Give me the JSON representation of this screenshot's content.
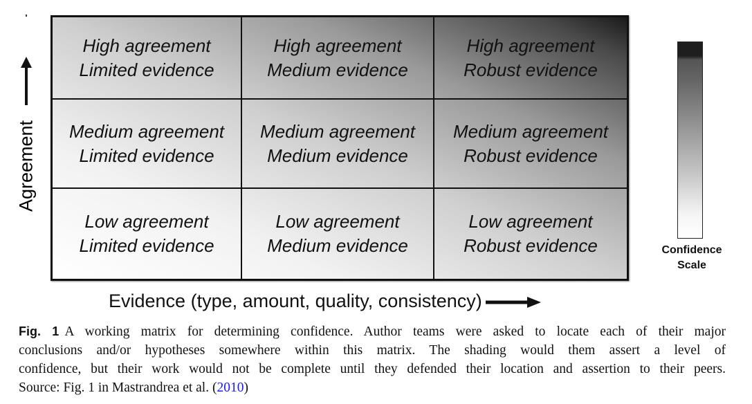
{
  "matrix": {
    "cells": [
      [
        "High agreement",
        "Limited evidence"
      ],
      [
        "High agreement",
        "Medium evidence"
      ],
      [
        "High agreement",
        "Robust evidence"
      ],
      [
        "Medium agreement",
        "Limited evidence"
      ],
      [
        "Medium agreement",
        "Medium evidence"
      ],
      [
        "Medium agreement",
        "Robust evidence"
      ],
      [
        "Low agreement",
        "Limited evidence"
      ],
      [
        "Low agreement",
        "Medium evidence"
      ],
      [
        "Low agreement",
        "Robust evidence"
      ]
    ]
  },
  "axes": {
    "y_label": "Agreement",
    "x_label": "Evidence (type, amount, quality, consistency)",
    "arrow": "⟶"
  },
  "scale": {
    "line1": "Confidence",
    "line2": "Scale"
  },
  "caption": {
    "fig_label": "Fig. 1",
    "line1": "A working matrix for determining confidence. Author teams were asked to locate each of their major",
    "line2": "conclusions and/or hypotheses somewhere within this matrix. The shading would them assert a level of",
    "line3": "confidence, but their work would not be complete until they defended their location and assertion to their peers.",
    "source_prefix": "Source: Fig. 1 in Mastrandrea et al. (",
    "source_year": "2010",
    "source_suffix": ")",
    "link_color": "#1a1aff"
  }
}
